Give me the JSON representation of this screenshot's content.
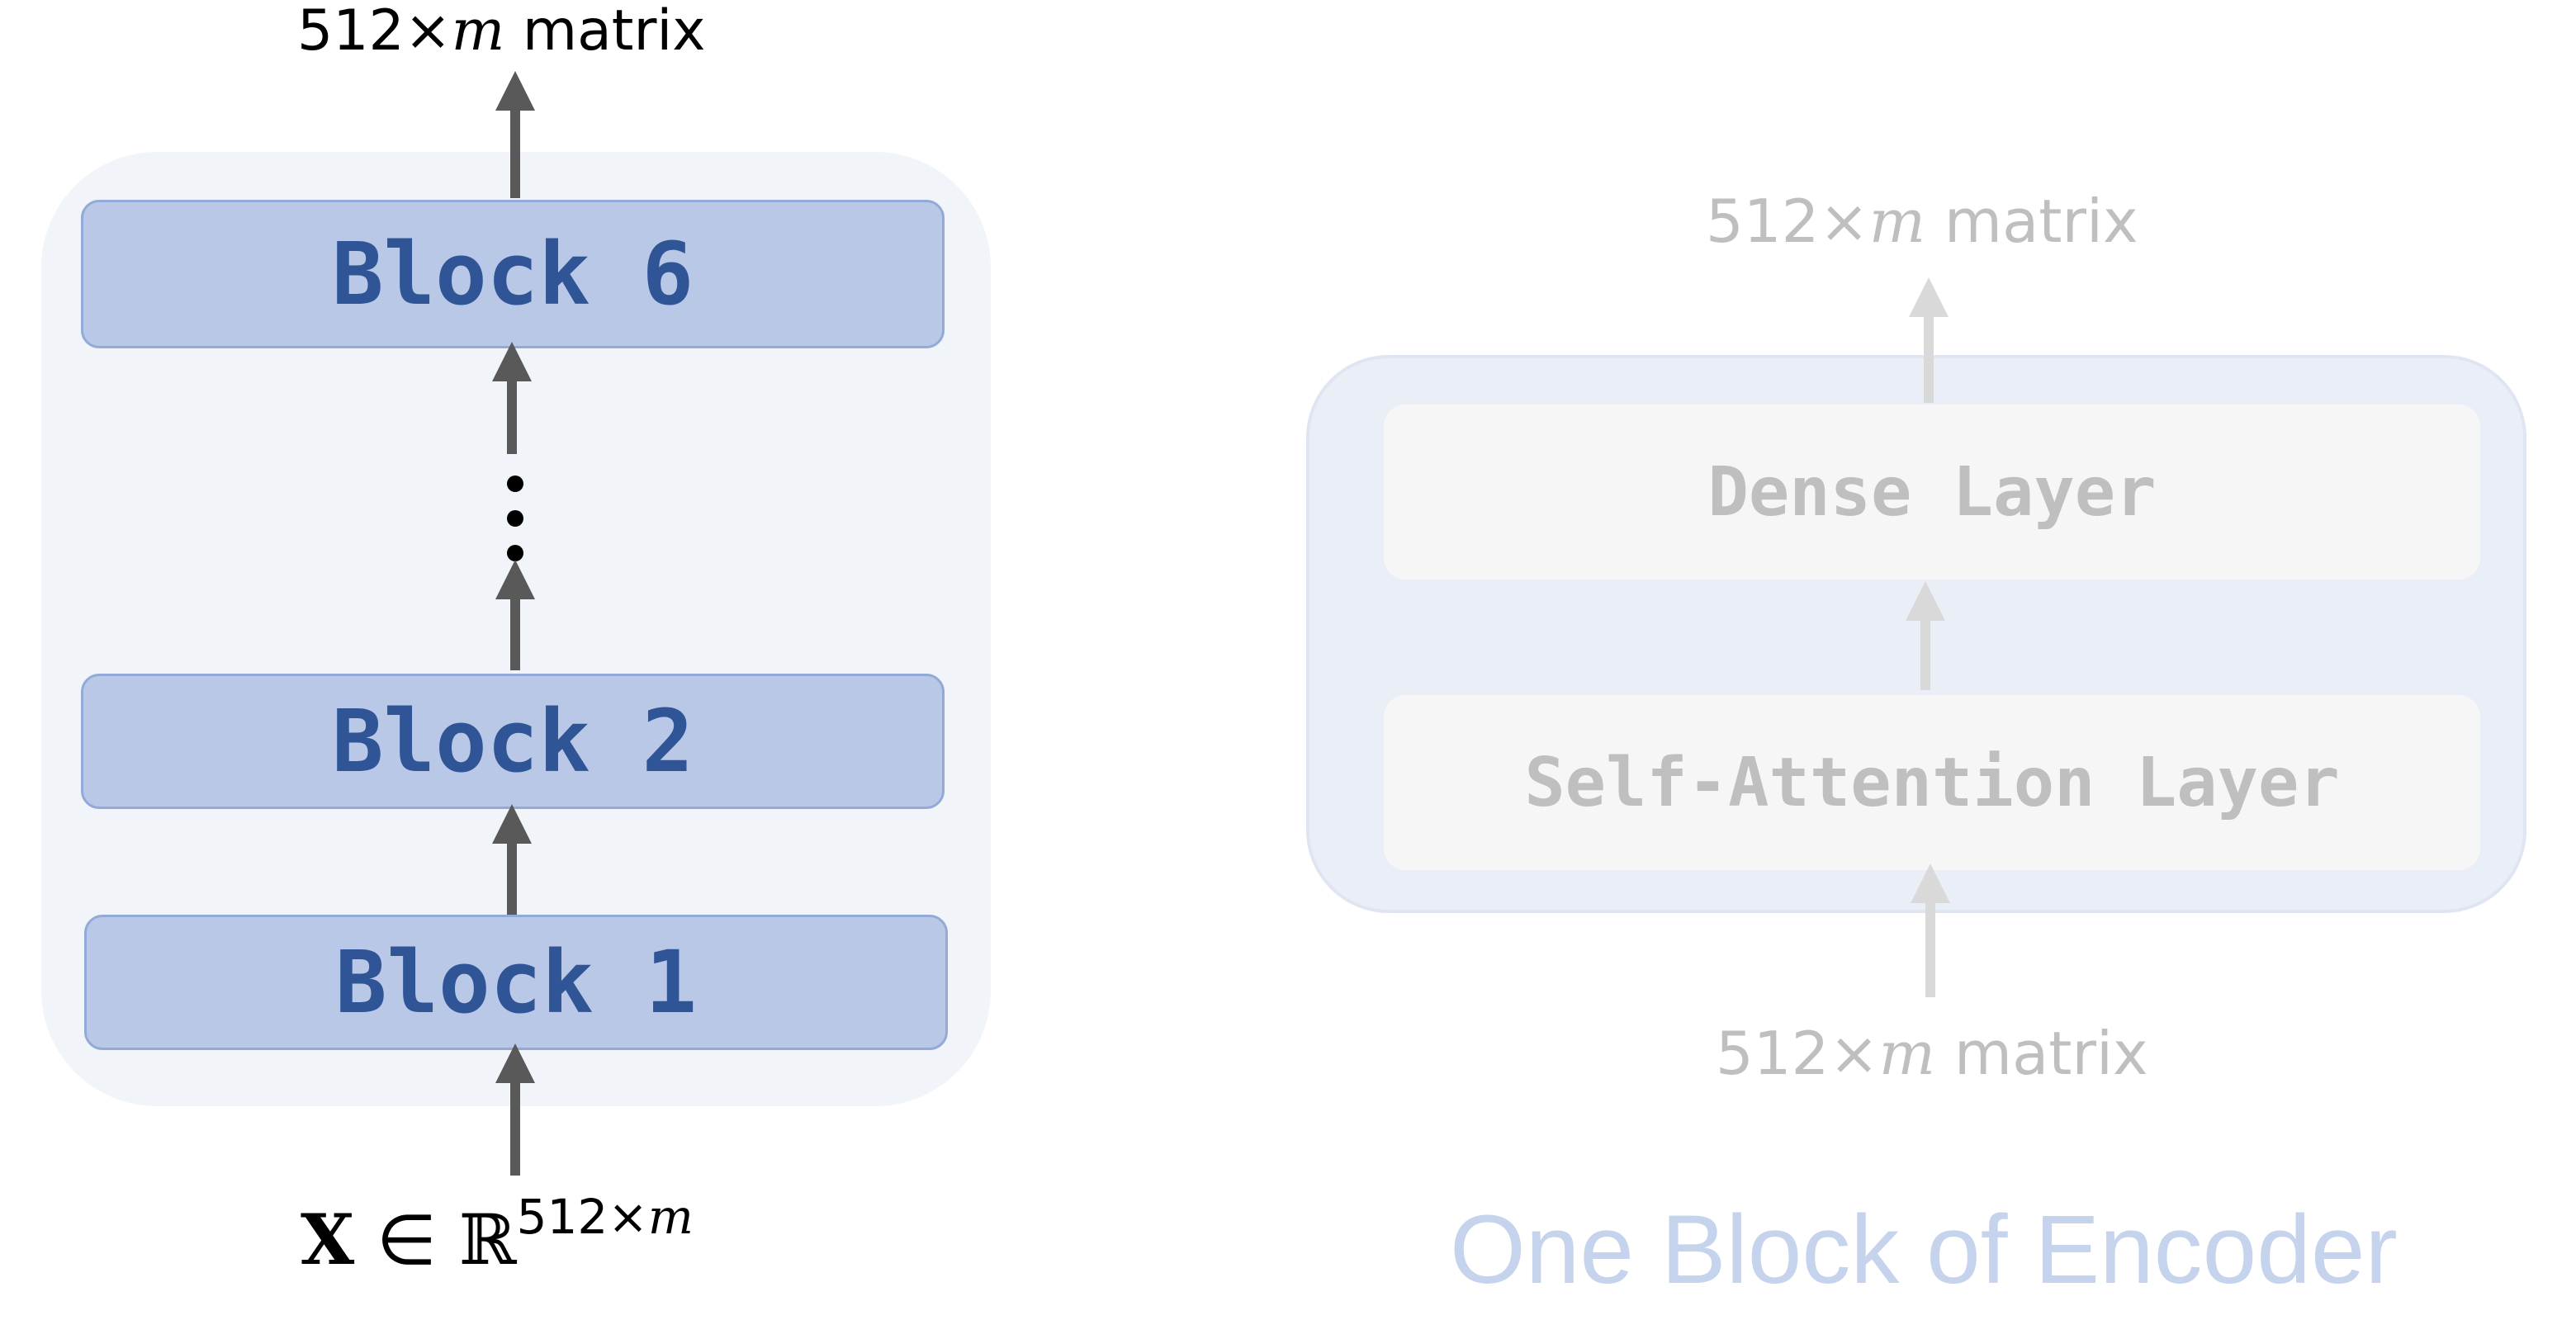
{
  "left_stack": {
    "output_label": {
      "prefix": "512×",
      "var": "m",
      "suffix": " matrix"
    },
    "blocks": [
      {
        "id": "block-6",
        "label": "Block 6"
      },
      {
        "id": "block-2",
        "label": "Block 2"
      },
      {
        "id": "block-1",
        "label": "Block 1"
      }
    ],
    "input_label": {
      "x": "X",
      "in": " ∈ ",
      "set": "ℝ",
      "exp_prefix": "512×",
      "exp_var": "m"
    }
  },
  "encoder_block": {
    "output_label": {
      "prefix": "512×",
      "var": "m",
      "suffix": " matrix"
    },
    "layers": {
      "dense": "Dense Layer",
      "attention": "Self-Attention Layer"
    },
    "input_label": {
      "prefix": "512×",
      "var": "m",
      "suffix": " matrix"
    },
    "caption": "One Block of Encoder"
  },
  "colors": {
    "block_fill": "#b8c8e6",
    "block_text": "#2f5597",
    "stack_bg": "#f1f4f9",
    "encoder_bg": "#eaeef6",
    "faded_text": "#bfbfbf",
    "caption_text": "#c5d3ec",
    "arrow_dark": "#595959",
    "arrow_light": "#d9d9d9"
  }
}
